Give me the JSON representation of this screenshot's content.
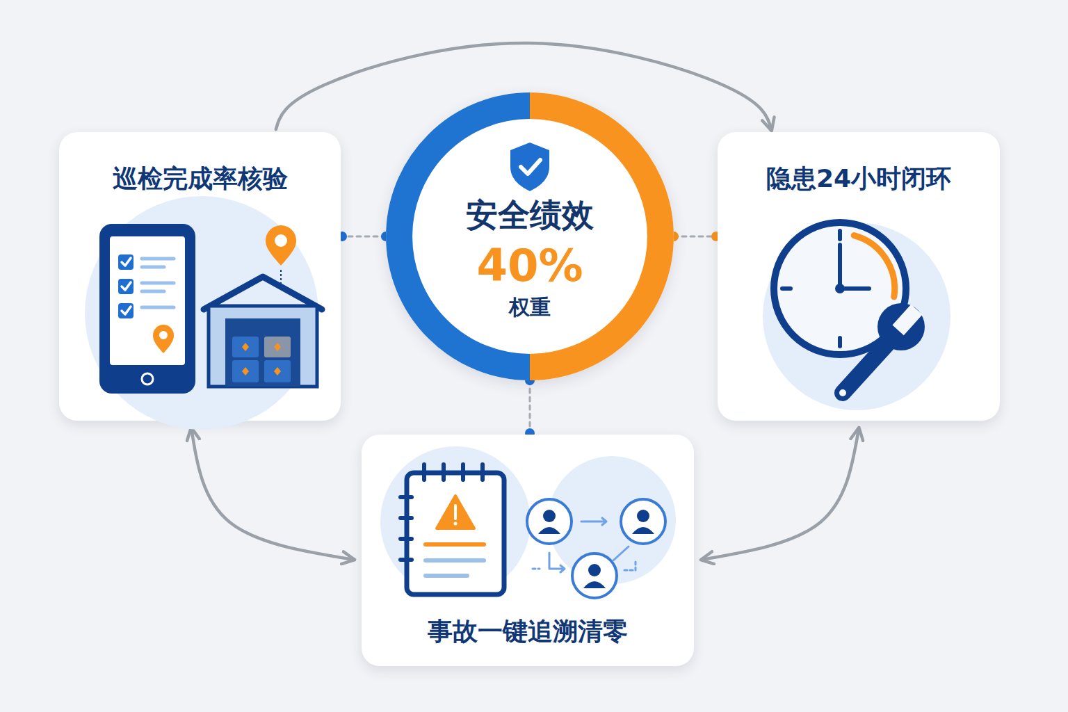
{
  "diagram": {
    "nodes": [
      {
        "text": [
          "安全绩效",
          "40%",
          "权重"
        ]
      },
      {
        "text": [
          "巡检完成率核验"
        ]
      },
      {
        "text": [
          "隐患24小时闭环"
        ]
      },
      {
        "text": [
          "事故一键追溯清零"
        ]
      }
    ],
    "edges": [
      {
        "from": 0,
        "to": 1,
        "arrow": "none"
      },
      {
        "from": 0,
        "to": 2,
        "arrow": "none"
      },
      {
        "from": 0,
        "to": 3,
        "arrow": "none"
      },
      {
        "from": 1,
        "to": 2,
        "arrow": "to"
      },
      {
        "from": 2,
        "to": 3,
        "arrow": "both"
      },
      {
        "from": 1,
        "to": 3,
        "arrow": "both"
      }
    ]
  }
}
